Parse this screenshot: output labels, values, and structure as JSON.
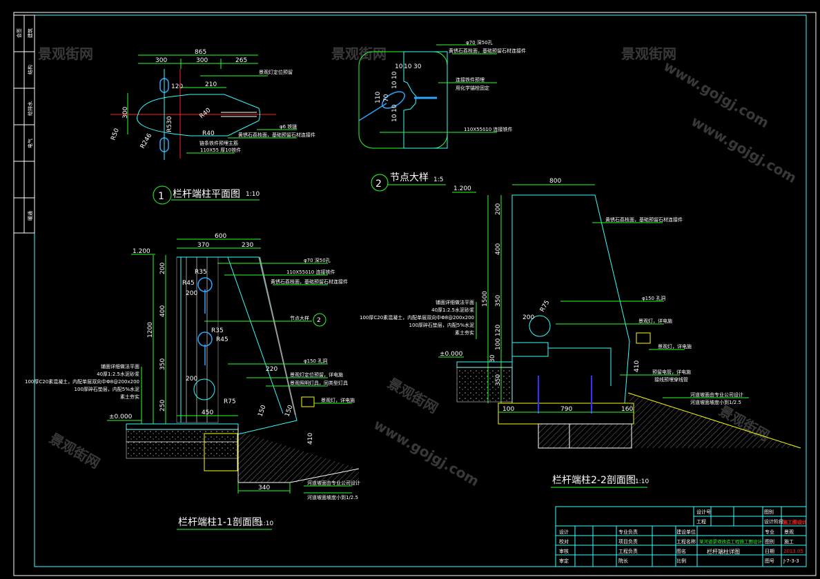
{
  "watermark": {
    "brand": "景观街网",
    "url": "www.gojgj.com"
  },
  "colors": {
    "background": "#000000",
    "frame": "#33ffff",
    "dimension": "#2bff2b",
    "outline": "#33ffff",
    "axis": "#ff2222",
    "lamp": "#ffff00",
    "stamp": "#ff2222"
  },
  "drawing1": {
    "number": "1",
    "title": "栏杆端柱平面图",
    "scale": "1:10",
    "dims": {
      "total": "865",
      "a": "300",
      "b": "300",
      "c": "265",
      "d": "120",
      "e": "210",
      "h": "300",
      "r1": "R40",
      "r2": "R530",
      "r3": "R50",
      "r4": "R246",
      "r5": "R40"
    },
    "notes": [
      "景观灯定位预留",
      "φ6 铁链",
      "黄锈石荔枝面，基础预留石材连接件",
      "链条铁件预埋主筋",
      "110X55 厚10铁件"
    ]
  },
  "drawing2": {
    "number": "2",
    "title": "节点大样",
    "scale": "1:5",
    "dims": [
      "10",
      "10",
      "30",
      "10",
      "10",
      "110",
      "70",
      "10",
      "10"
    ],
    "notes": [
      "φ70 深50孔",
      "黄锈石荔枝面，基础预留石材连接件",
      "连接铁件预埋",
      "用化学锚栓固定",
      "110X55δ10 连接铁件"
    ]
  },
  "section1": {
    "title": "栏杆端柱1-1剖面图",
    "scale": "1:10",
    "elev_top": "1.200",
    "elev_zero": "±0.000",
    "dims": {
      "w": "600",
      "w1": "370",
      "w2": "230",
      "h": "1200",
      "h1": "200",
      "h2": "400",
      "h3": "350",
      "h4": "250",
      "o1": "200",
      "o2": "200",
      "base": "450",
      "toe": "340",
      "lamp": "410",
      "r45a": "R45",
      "r35a": "R35",
      "r45b": "R45",
      "r35b": "R35",
      "r75": "R75",
      "d220": "220",
      "r150a": "150",
      "r150b": "150"
    },
    "layers": [
      "铺面详细做法平面",
      "40厚1:2.5水泥砂浆",
      "100厚C20素混凝土，内配单层双向中Φ8@200x200",
      "100厚碎石垫层，内配5%水泥",
      "素土夯实"
    ],
    "notes": [
      "φ70 深50孔",
      "110X55δ10 连接铁件",
      "黄锈石荔枝面，基础预留石材连接件",
      "节点大样",
      "φ150 孔洞",
      "景观灯定位预留，详电施",
      "景观照明灯具，同类型灯具",
      "景观灯，详电施",
      "河道坡面由专业公司设计",
      "河道坡面坡度小到1/2.5"
    ],
    "callout": "2"
  },
  "section2": {
    "title": "栏杆端柱2-2剖面图",
    "scale": "1:10",
    "elev_top": "1.200",
    "elev_zero": "±0.000",
    "dims": {
      "w": "800",
      "h": "1500",
      "h1": "200",
      "h2": "400",
      "h3": "350",
      "h4": "120",
      "h5": "100",
      "h6": "30",
      "h7": "350",
      "o1": "200",
      "r75": "R75",
      "b1": "100",
      "b2": "790",
      "b3": "160",
      "lamp": "410"
    },
    "layers": [
      "铺面详细做法平面",
      "40厚1:2.5水泥砂浆",
      "100厚C20素混凝土，内配单层双向中Φ8@200x200",
      "100厚碎石垫层，内配5%水泥",
      "素土夯实"
    ],
    "notes": [
      "黄锈石荔枝面，基础预留石材连接件",
      "φ150 孔洞",
      "景观灯，详电施",
      "景观灯，详电施",
      "预留电管，详电施",
      "接线预埋穿线管",
      "河道坡面由专业公司设计",
      "河道坡面坡度小到1/2.5"
    ]
  },
  "title_block": {
    "top": [
      "设计号",
      "工程",
      "图别",
      "设计阶段"
    ],
    "stage": "施工图设计",
    "left_labels": [
      "设计",
      "校对",
      "审核",
      "审定"
    ],
    "mid_labels": [
      "专业负责",
      "项目负责",
      "工程负责",
      "院长"
    ],
    "right_labels": [
      "建设单位",
      "工程名称",
      "图名",
      "比例"
    ],
    "project": "某河道景观改造工程施工图设计",
    "drawing_name": "栏杆端柱详图",
    "far_labels": [
      "专业",
      "图别",
      "日期",
      "图号"
    ],
    "far_values": [
      "景观",
      "施工",
      "2013.05",
      "J-7-3-3"
    ]
  },
  "side_strip": [
    "会签",
    "建筑",
    "结构",
    "给排水",
    "电气",
    "暖通"
  ]
}
